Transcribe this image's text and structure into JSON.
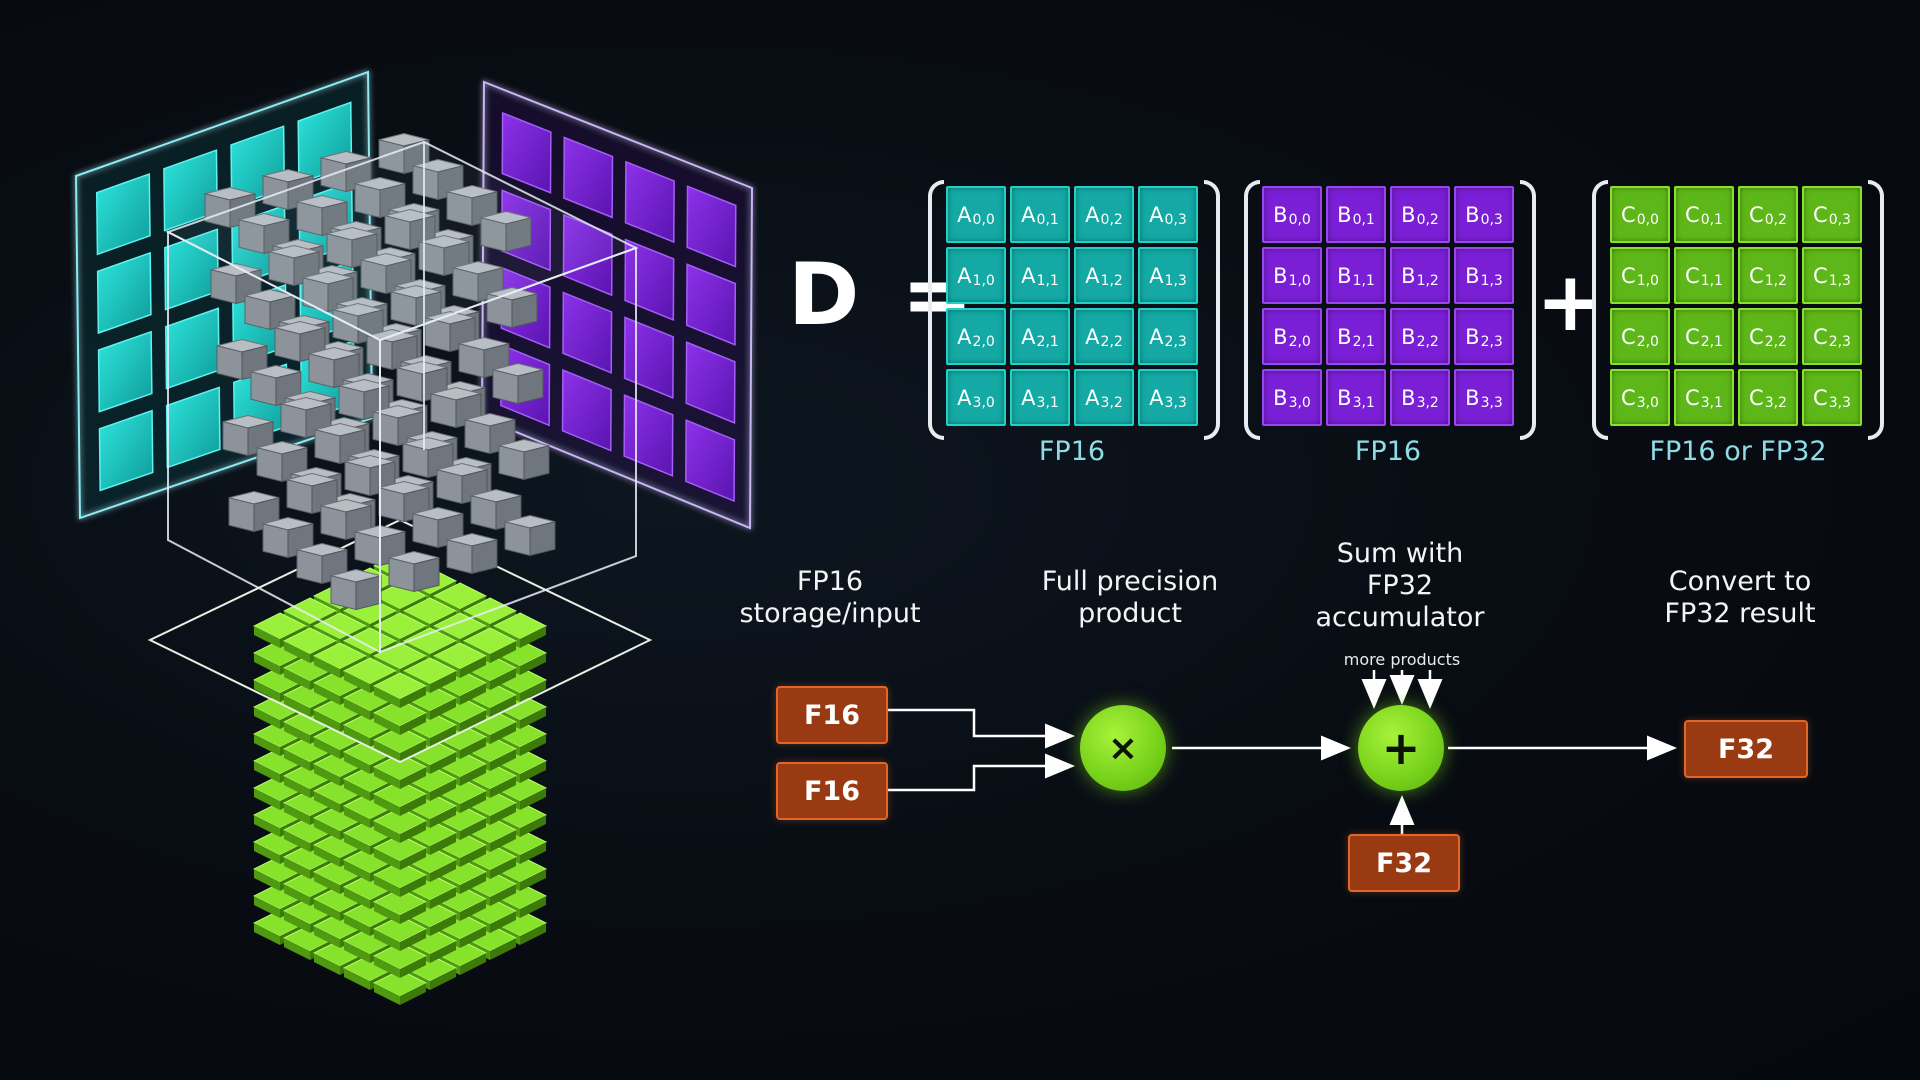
{
  "equation": {
    "lhs": "D =",
    "plus": "+",
    "matrices": [
      {
        "id": "A",
        "letter": "A",
        "label": "FP16",
        "color": "#14a9a4"
      },
      {
        "id": "B",
        "letter": "B",
        "label": "FP16",
        "color": "#7a1fd6"
      },
      {
        "id": "C",
        "letter": "C",
        "label": "FP16 or FP32",
        "color": "#5eb718"
      }
    ]
  },
  "pipeline": {
    "steps": [
      {
        "id": "storage",
        "label": "FP16\nstorage/input"
      },
      {
        "id": "product",
        "label": "Full precision\nproduct"
      },
      {
        "id": "sum",
        "label": "Sum with\nFP32\naccumulator"
      },
      {
        "id": "convert",
        "label": "Convert to\nFP32 result"
      }
    ],
    "inputs": [
      "F16",
      "F16"
    ],
    "multiply_symbol": "×",
    "add_symbol": "+",
    "more_products_note": "more products",
    "accumulator_input": "F32",
    "output": "F32"
  },
  "colors": {
    "panel_cyan": "#19c6c2",
    "panel_purple": "#7a1fd6",
    "cube_green": "#7ad61e",
    "register": "#9a3a12",
    "operator": "#76d11a"
  },
  "icons": {
    "tensor_core": "tensor-core-3d-icon"
  }
}
